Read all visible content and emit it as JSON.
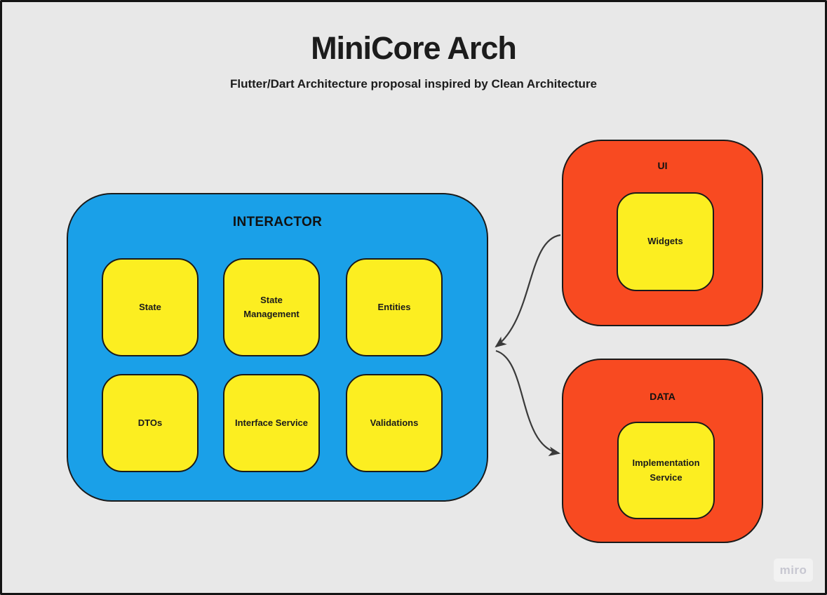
{
  "header": {
    "title": "MiniCore Arch",
    "subtitle": "Flutter/Dart Architecture proposal inspired by Clean Architecture"
  },
  "interactor": {
    "label": "INTERACTOR",
    "nodes": [
      "State",
      "State Management",
      "Entities",
      "DTOs",
      "Interface Service",
      "Validations"
    ]
  },
  "ui_layer": {
    "label": "UI",
    "node": "Widgets"
  },
  "data_layer": {
    "label": "DATA",
    "node": "Implementation Service"
  },
  "connections": [
    {
      "from": "UI",
      "to": "INTERACTOR"
    },
    {
      "from": "INTERACTOR",
      "to": "DATA"
    }
  ],
  "watermark": {
    "label": "miro"
  },
  "colors": {
    "bg": "#e8e8e8",
    "blue": "#1aa0e8",
    "red": "#f84a21",
    "yellow": "#fcee21",
    "stroke": "#1a1a1a",
    "arrow": "#3a3a3a",
    "wm-text": "#c7c7d1"
  }
}
